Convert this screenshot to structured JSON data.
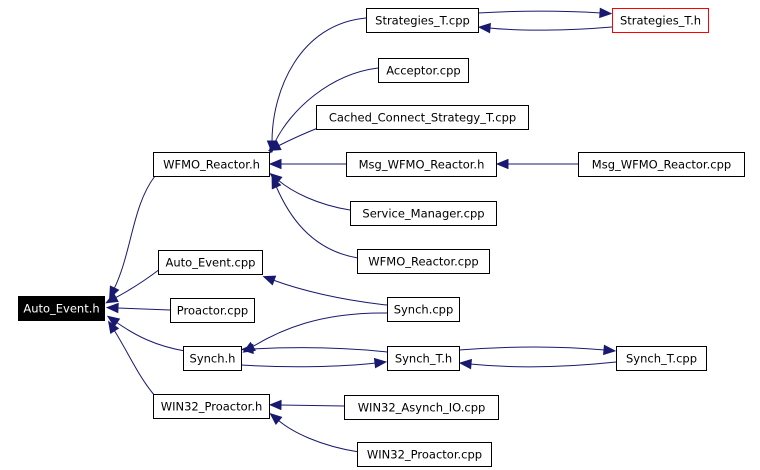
{
  "diagram": {
    "edge_color": "#191970",
    "nodes": [
      {
        "id": "auto_event_h",
        "label": "Auto_Event.h",
        "style": "root"
      },
      {
        "id": "wfmo_reactor_h",
        "label": "WFMO_Reactor.h",
        "style": "normal"
      },
      {
        "id": "auto_event_cpp",
        "label": "Auto_Event.cpp",
        "style": "normal"
      },
      {
        "id": "proactor_cpp",
        "label": "Proactor.cpp",
        "style": "normal"
      },
      {
        "id": "synch_h",
        "label": "Synch.h",
        "style": "normal"
      },
      {
        "id": "win32_proactor_h",
        "label": "WIN32_Proactor.h",
        "style": "normal"
      },
      {
        "id": "strategies_t_cpp",
        "label": "Strategies_T.cpp",
        "style": "normal"
      },
      {
        "id": "strategies_t_h",
        "label": "Strategies_T.h",
        "style": "highlighted"
      },
      {
        "id": "acceptor_cpp",
        "label": "Acceptor.cpp",
        "style": "normal"
      },
      {
        "id": "cached_connect_strategy_t_cpp",
        "label": "Cached_Connect_Strategy_T.cpp",
        "style": "normal"
      },
      {
        "id": "msg_wfmo_reactor_h",
        "label": "Msg_WFMO_Reactor.h",
        "style": "normal"
      },
      {
        "id": "msg_wfmo_reactor_cpp",
        "label": "Msg_WFMO_Reactor.cpp",
        "style": "normal"
      },
      {
        "id": "service_manager_cpp",
        "label": "Service_Manager.cpp",
        "style": "normal"
      },
      {
        "id": "wfmo_reactor_cpp",
        "label": "WFMO_Reactor.cpp",
        "style": "normal"
      },
      {
        "id": "synch_cpp",
        "label": "Synch.cpp",
        "style": "normal"
      },
      {
        "id": "synch_t_h",
        "label": "Synch_T.h",
        "style": "normal"
      },
      {
        "id": "synch_t_cpp",
        "label": "Synch_T.cpp",
        "style": "normal"
      },
      {
        "id": "win32_asynch_io_cpp",
        "label": "WIN32_Asynch_IO.cpp",
        "style": "normal"
      },
      {
        "id": "win32_proactor_cpp",
        "label": "WIN32_Proactor.cpp",
        "style": "normal"
      }
    ],
    "edges": [
      {
        "from": "wfmo_reactor_h",
        "to": "auto_event_h"
      },
      {
        "from": "auto_event_cpp",
        "to": "auto_event_h"
      },
      {
        "from": "proactor_cpp",
        "to": "auto_event_h"
      },
      {
        "from": "synch_h",
        "to": "auto_event_h"
      },
      {
        "from": "win32_proactor_h",
        "to": "auto_event_h"
      },
      {
        "from": "strategies_t_cpp",
        "to": "wfmo_reactor_h"
      },
      {
        "from": "acceptor_cpp",
        "to": "wfmo_reactor_h"
      },
      {
        "from": "cached_connect_strategy_t_cpp",
        "to": "wfmo_reactor_h"
      },
      {
        "from": "msg_wfmo_reactor_h",
        "to": "wfmo_reactor_h"
      },
      {
        "from": "service_manager_cpp",
        "to": "wfmo_reactor_h"
      },
      {
        "from": "wfmo_reactor_cpp",
        "to": "wfmo_reactor_h"
      },
      {
        "from": "msg_wfmo_reactor_cpp",
        "to": "msg_wfmo_reactor_h"
      },
      {
        "from": "strategies_t_cpp",
        "to": "strategies_t_h"
      },
      {
        "from": "strategies_t_h",
        "to": "strategies_t_cpp"
      },
      {
        "from": "synch_cpp",
        "to": "auto_event_cpp"
      },
      {
        "from": "synch_cpp",
        "to": "synch_h"
      },
      {
        "from": "synch_t_h",
        "to": "synch_h"
      },
      {
        "from": "synch_h",
        "to": "synch_t_h"
      },
      {
        "from": "synch_t_cpp",
        "to": "synch_t_h"
      },
      {
        "from": "synch_t_h",
        "to": "synch_t_cpp"
      },
      {
        "from": "win32_asynch_io_cpp",
        "to": "win32_proactor_h"
      },
      {
        "from": "win32_proactor_cpp",
        "to": "win32_proactor_h"
      }
    ]
  }
}
